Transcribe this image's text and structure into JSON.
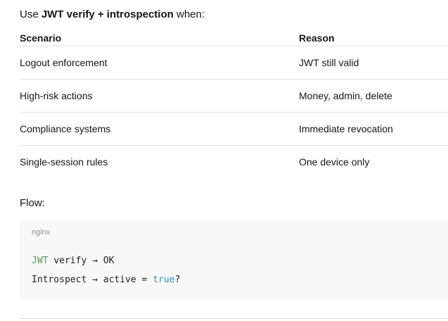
{
  "intro": {
    "prefix": "Use ",
    "highlight": "JWT verify + introspection",
    "suffix": " when:"
  },
  "table": {
    "headers": [
      "Scenario",
      "Reason"
    ],
    "rows": [
      {
        "scenario": "Logout enforcement",
        "reason": "JWT still valid"
      },
      {
        "scenario": "High-risk actions",
        "reason": "Money, admin, delete"
      },
      {
        "scenario": "Compliance systems",
        "reason": "Immediate revocation"
      },
      {
        "scenario": "Single-session rules",
        "reason": "One device only"
      }
    ]
  },
  "flow": {
    "label": "Flow:"
  },
  "code_block": {
    "language_label": "nginx",
    "lines": [
      {
        "tokens": [
          {
            "text": "JWT",
            "style": "green"
          },
          {
            "text": " verify → OK",
            "style": "plain"
          }
        ]
      },
      {
        "tokens": [
          {
            "text": "Introspect → active = ",
            "style": "plain"
          },
          {
            "text": "true",
            "style": "blue"
          },
          {
            "text": "?",
            "style": "plain"
          }
        ]
      }
    ]
  },
  "colors": {
    "code_green": "#50a14f",
    "code_blue": "#2e95d3",
    "code_background": "#f8f8f8",
    "divider": "#e4e4e4",
    "bottom_divider": "#d9d9d9",
    "language_label": "#8f8f8f"
  }
}
